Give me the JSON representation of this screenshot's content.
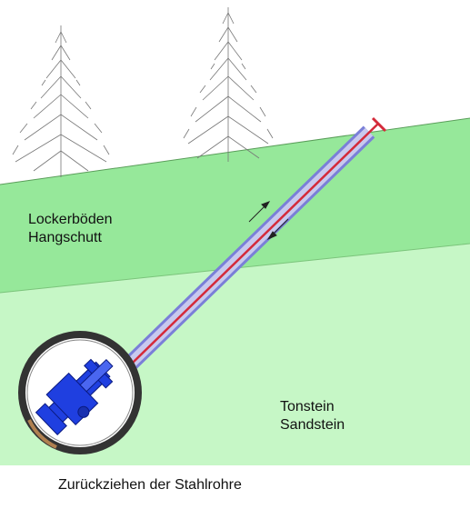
{
  "layers": {
    "upper": {
      "line1": "Lockerböden",
      "line2": "Hangschutt",
      "color": "#96e89a"
    },
    "lower": {
      "line1": "Tonstein",
      "line2": "Sandstein",
      "color": "#c6f7c6"
    }
  },
  "caption": "Zurückziehen der Stahlrohre",
  "colors": {
    "pipe_outer": "#7a7fd8",
    "pipe_inner": "#c8c9ee",
    "pipe_core": "#d42a3a",
    "machine": "#1f3fe0",
    "shaft_ring": "#333333",
    "tree": "#777777"
  }
}
